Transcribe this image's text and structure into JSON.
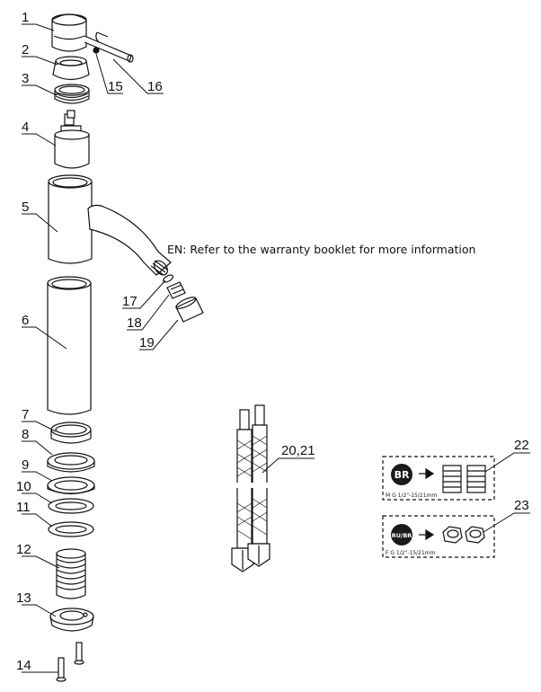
{
  "note": "EN: Refer to the warranty booklet for more information",
  "labels": {
    "p1": "1",
    "p2": "2",
    "p3": "3",
    "p4": "4",
    "p5": "5",
    "p6": "6",
    "p7": "7",
    "p8": "8",
    "p9": "9",
    "p10": "10",
    "p11": "11",
    "p12": "12",
    "p13": "13",
    "p14": "14",
    "p15": "15",
    "p16": "16",
    "p17": "17",
    "p18": "18",
    "p19": "19",
    "p20": "20,21",
    "p22": "22",
    "p23": "23"
  },
  "box22": {
    "badge": "BR",
    "caption": "M G 1/2\"-15/21mm"
  },
  "box23": {
    "badge": "RU/BR",
    "caption": "F G 1/2\"-15/21mm"
  },
  "colors": {
    "line": "#111111",
    "badge": "#1a1a1a",
    "fill": "#ffffff"
  }
}
